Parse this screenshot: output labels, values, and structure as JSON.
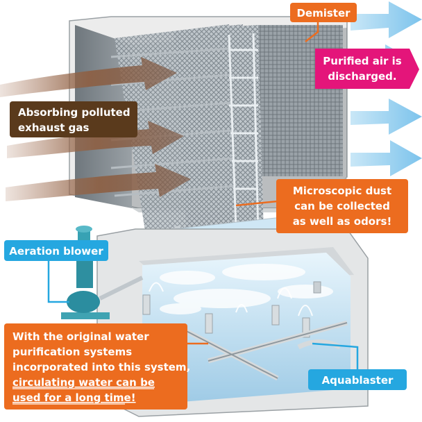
{
  "labels": {
    "demister": "Demister",
    "purified": [
      "Purified air is",
      "discharged."
    ],
    "polluted": [
      "Absorbing polluted",
      "exhaust gas"
    ],
    "dust": [
      "Microscopic dust",
      "can be collected",
      "as well as odors!"
    ],
    "blower": "Aeration blower",
    "water": [
      "With the original water",
      "purification systems",
      "incorporated into this system,"
    ],
    "water_underlined": [
      "circulating water can be",
      "used for a long time!"
    ],
    "aquablaster": "Aquablaster"
  },
  "colors": {
    "orange": "#ec6c1f",
    "brown": "#5a3a1c",
    "magenta": "#e4157a",
    "blue": "#25a7e0",
    "sky_arrow": "#9fd4f0",
    "fume_arrow": "#9a6a48",
    "water": "#bfe0f2",
    "panel": "#8a9197",
    "frame": "#e6e6e6"
  },
  "icons": {
    "blower": "blower-motor-icon",
    "nozzle": "spray-nozzle-icon"
  }
}
